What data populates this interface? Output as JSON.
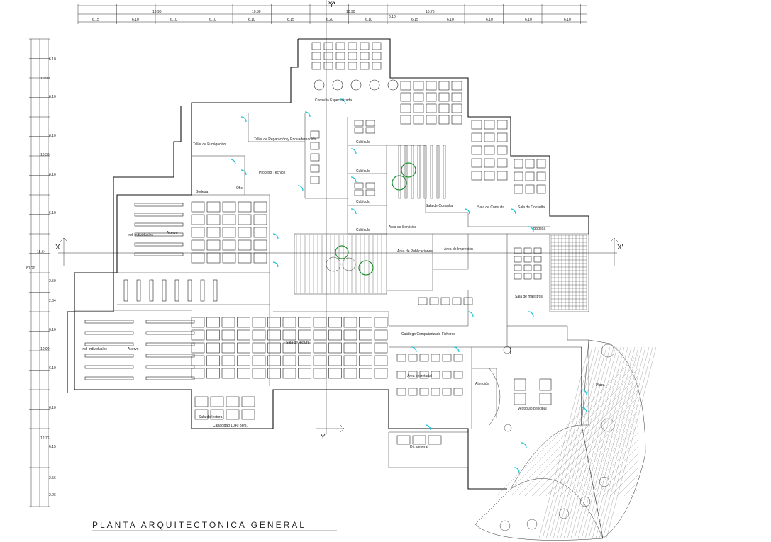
{
  "drawing": {
    "title": "PLANTA ARQUITECTONICA GENERAL",
    "colors": {
      "lines": "#111111",
      "doors": "#19c3d4",
      "trees": "#1b8f2b",
      "background": "#ffffff"
    },
    "axes": {
      "x": "X",
      "x_prime": "X'",
      "y": "Y",
      "y_prime": "Y'"
    },
    "dims_top_total": [
      "10.90",
      "10.30",
      "10.90",
      "10.75"
    ],
    "dims_top_center": "9.55",
    "dims_top_parts": [
      "6.15",
      "6.10",
      "6.10",
      "6.10",
      "6.10",
      "6.15",
      "6.20",
      "6.10",
      "6.10",
      "6.15",
      "6.10",
      "6.10",
      "6.10",
      "6.10"
    ],
    "dims_left": [
      "6.10",
      "10.90",
      "6.10",
      "6.10",
      "10.30",
      "6.10",
      "6.10",
      "2.50",
      "2.64",
      "6.10",
      "10.90",
      "6.10",
      "6.10",
      "12.76",
      "6.15",
      "2.56",
      "2.06"
    ],
    "dims_left_total": "81.20",
    "dims_left_axis": "15.64"
  },
  "rooms": {
    "consulta": "Consulta Especializada",
    "taller": "Taller de Reparación y Encuadernación",
    "taller_fumigacion": "Taller de Fumigación",
    "proceso_tecnico": "Proceso Técnico",
    "bodega1": "Bodega",
    "ofic": "Ofic.",
    "cubiculo1": "Cubículo",
    "cubiculo2": "Cubículo",
    "cubiculo3": "Cubículo",
    "cubiculo4": "Cubículo",
    "sala_consulta_a": "Sala de Consulta",
    "sala_consulta_b": "Sala de Consulta",
    "sala_consulta_c": "Sala de Consulta",
    "acervo_top": "Acervo",
    "ind_top": "Ind. individuales",
    "acervo_bottom": "Acervo",
    "ind_bottom": "Ind. individuales",
    "area_servicios": "Area de Servicios",
    "area_publicaciones": "Area de Publicaciones",
    "area_impresion": "Area de Impresión",
    "bodega2": "Bodega",
    "sala_lectura_top": "Sala de lectura",
    "sala_lectura_bottom": "Sala de lectura",
    "capacidad": "Capacidad 1040 pers.",
    "catalogo": "Catálogo Computarizado Ficheros",
    "area_secretarial": "Area secretarial",
    "dir_general": "Dir. general",
    "vestibulo": "Vestíbulo principal",
    "atencion": "Atención",
    "plaza": "Plaza",
    "sala_maestros": "Sala de maestros"
  }
}
